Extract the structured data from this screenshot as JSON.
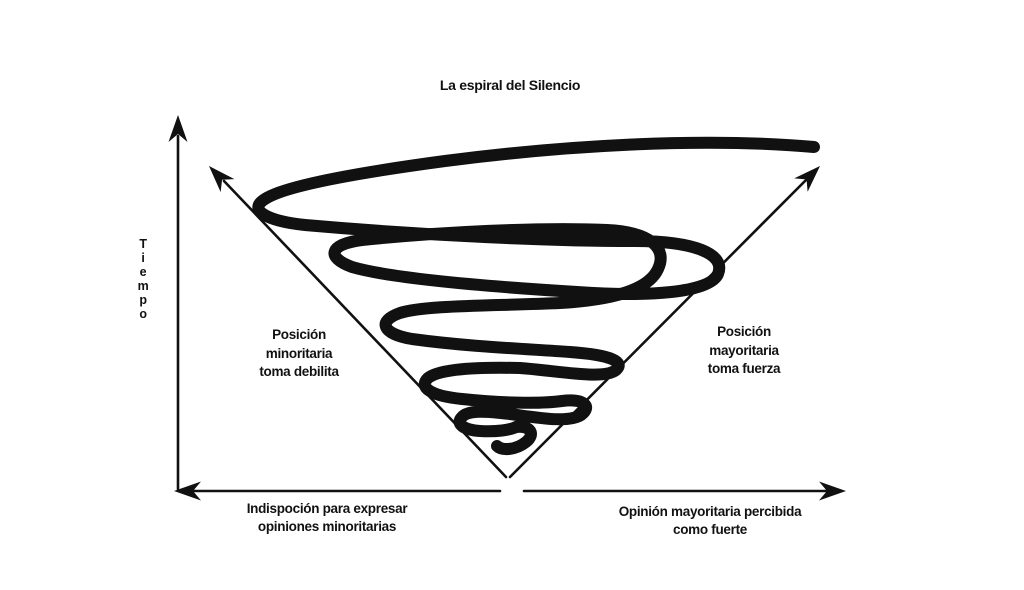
{
  "title": "La espiral del Silencio",
  "colors": {
    "ink": "#111111",
    "background": "#ffffff"
  },
  "y_axis": {
    "label": "Tiempo",
    "letters": [
      "T",
      "i",
      "e",
      "m",
      "p",
      "o"
    ]
  },
  "annotations": {
    "left": [
      "Posición",
      "minoritaria",
      "toma debilita"
    ],
    "right": [
      "Posición",
      "mayoritaria",
      "toma fuerza"
    ],
    "bottom_left": [
      "Indispoción para expresar",
      "opiniones minoritarias"
    ],
    "bottom_right": [
      "Opinión mayoritaria percibida",
      "como fuerte"
    ]
  }
}
